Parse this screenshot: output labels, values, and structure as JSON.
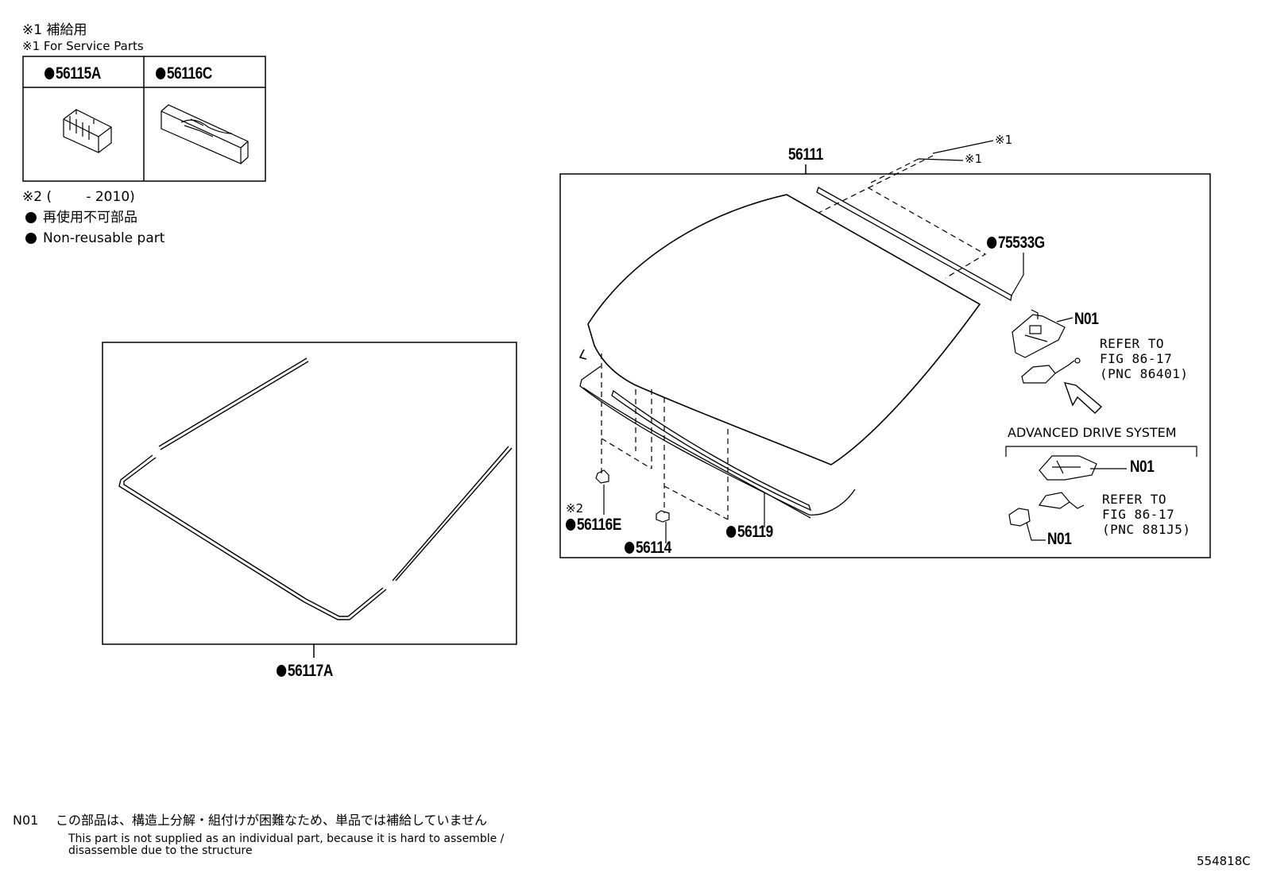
{
  "legend": {
    "note1_ja": "※1 補給用",
    "note1_en": "※1 For Service Parts",
    "table_parts": [
      "56115A",
      "56116C"
    ],
    "note2": "※2 (        - 2010)",
    "nonreusable_ja": "再使用不可部品",
    "nonreusable_en": "Non-reusable part"
  },
  "callouts": {
    "p56111": "56111",
    "mark1a": "※1",
    "mark1b": "※1",
    "p75533G": "75533G",
    "n01_top": "N01",
    "refer_top": [
      "REFER TO",
      "FIG 86-17",
      "(PNC 86401)"
    ],
    "ads_title": "ADVANCED DRIVE SYSTEM",
    "n01_mid": "N01",
    "refer_bottom": [
      "REFER TO",
      "FIG 86-17",
      "(PNC 881J5)"
    ],
    "n01_bot": "N01",
    "mark2": "※2",
    "p56116E": "56116E",
    "p56114": "56114",
    "p56119": "56119",
    "p56117A": "56117A"
  },
  "footnote": {
    "code": "N01",
    "ja": "この部品は、構造上分解・組付けが困難なため、単品では補給していません",
    "en_line1": "This part is not supplied as an individual part, because it is hard to assemble /",
    "en_line2": "disassemble due to the structure"
  },
  "figure_id": "554818C"
}
